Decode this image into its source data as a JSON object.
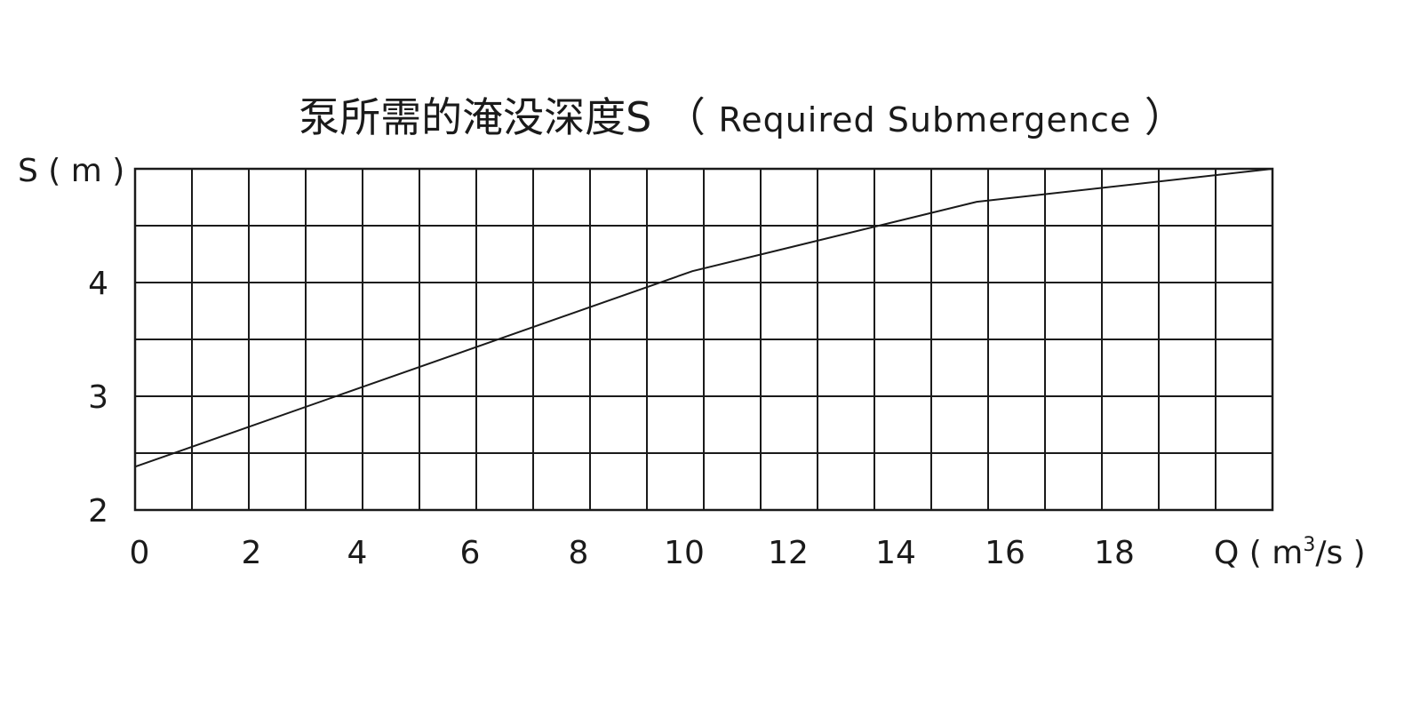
{
  "chart_data": {
    "type": "line",
    "title": "泵所需的淹没深度S （ Required Submergence ）",
    "title_cn": "泵所需的淹没深度S",
    "title_en": "Required Submergence",
    "xlabel": "Q ( m³/s )",
    "ylabel": "S ( m )",
    "xlim": [
      0,
      20
    ],
    "ylim": [
      2,
      5
    ],
    "x_ticks": [
      0,
      2,
      4,
      6,
      8,
      10,
      12,
      14,
      16,
      18
    ],
    "y_ticks": [
      2,
      3,
      4
    ],
    "x_grid_step": 1,
    "y_grid_step": 0.5,
    "grid": true,
    "legend": null,
    "series": [
      {
        "name": "Required Submergence",
        "x": [
          0,
          9.8,
          14.8,
          20
        ],
        "y": [
          2.38,
          4.1,
          4.71,
          5.0
        ]
      }
    ]
  },
  "colors": {
    "line": "#1a1a1a",
    "grid": "#1a1a1a",
    "background": "#ffffff"
  }
}
